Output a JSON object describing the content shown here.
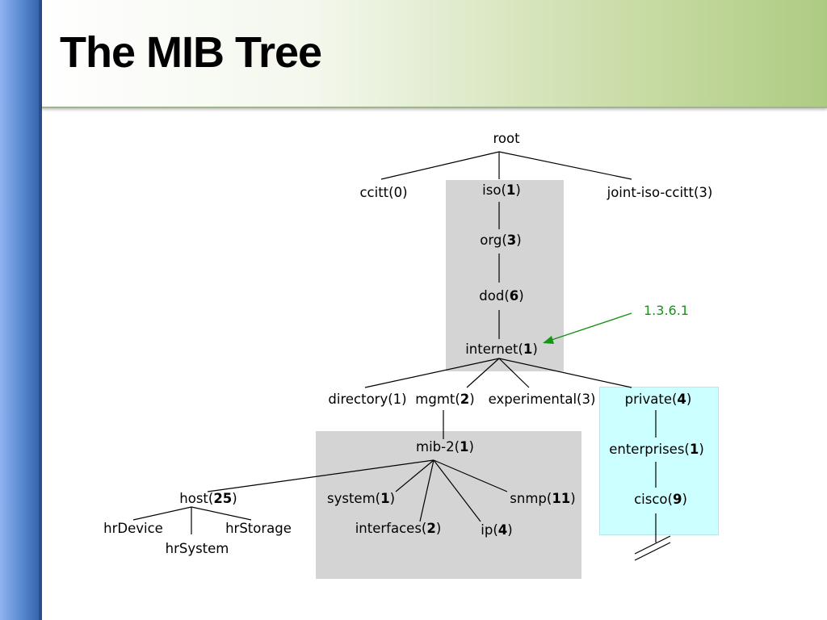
{
  "title": "The MIB Tree",
  "oid_label": "1.3.6.1",
  "colors": {
    "arrow": "#169416",
    "gray_box": "#d4d4d4",
    "cyan_box": "#ccffff"
  },
  "nodes": {
    "root": {
      "text": "root"
    },
    "ccitt": {
      "text": "ccitt(0)"
    },
    "iso": {
      "text": "iso(",
      "num": "1",
      "suffix": ")"
    },
    "joint": {
      "text": "joint-iso-ccitt(3)"
    },
    "org": {
      "text": "org(",
      "num": "3",
      "suffix": ")"
    },
    "dod": {
      "text": "dod(",
      "num": "6",
      "suffix": ")"
    },
    "internet": {
      "text": "internet(",
      "num": "1",
      "suffix": ")"
    },
    "directory": {
      "text": "directory(1)"
    },
    "mgmt": {
      "text": "mgmt(",
      "num": "2",
      "suffix": ")"
    },
    "experimental": {
      "text": "experimental(3)"
    },
    "private": {
      "text": "private(",
      "num": "4",
      "suffix": ")"
    },
    "enterprises": {
      "text": "enterprises(",
      "num": "1",
      "suffix": ")"
    },
    "cisco": {
      "text": "cisco(",
      "num": "9",
      "suffix": ")"
    },
    "mib2": {
      "text": "mib-2(",
      "num": "1",
      "suffix": ")"
    },
    "host": {
      "text": "host(",
      "num": "25",
      "suffix": ")"
    },
    "system": {
      "text": "system(",
      "num": "1",
      "suffix": ")"
    },
    "snmp": {
      "text": "snmp(",
      "num": "11",
      "suffix": ")"
    },
    "interfaces": {
      "text": "interfaces(",
      "num": "2",
      "suffix": ")"
    },
    "ip": {
      "text": "ip(",
      "num": "4",
      "suffix": ")"
    },
    "hrDevice": {
      "text": "hrDevice"
    },
    "hrStorage": {
      "text": "hrStorage"
    },
    "hrSystem": {
      "text": "hrSystem"
    }
  }
}
